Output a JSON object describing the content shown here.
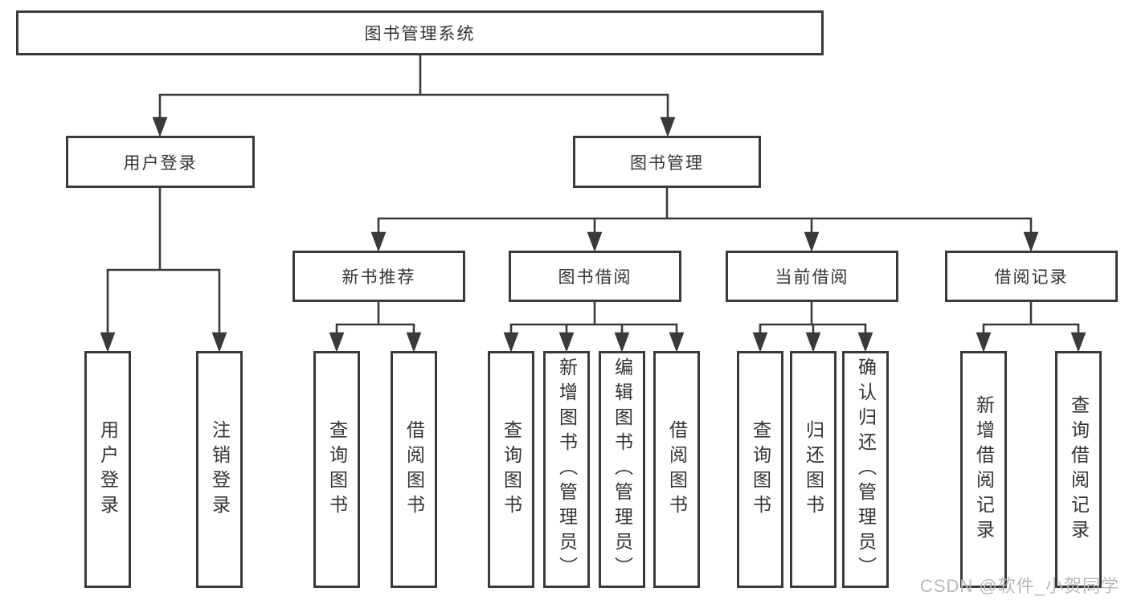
{
  "tree": {
    "root": "图书管理系统",
    "login": {
      "label": "用户登录",
      "children": [
        "用户登录",
        "注销登录"
      ]
    },
    "mgmt": {
      "label": "图书管理",
      "sections": [
        {
          "label": "新书推荐",
          "children": [
            "查询图书",
            "借阅图书"
          ]
        },
        {
          "label": "图书借阅",
          "children": [
            "查询图书",
            "新增图书（管理员）",
            "编辑图书（管理员）",
            "借阅图书"
          ]
        },
        {
          "label": "当前借阅",
          "children": [
            "查询图书",
            "归还图书",
            "确认归还（管理员）"
          ]
        },
        {
          "label": "借阅记录",
          "children": [
            "新增借阅记录",
            "查询借阅记录"
          ]
        }
      ]
    }
  },
  "watermark": "CSDN @软件_小贺同学",
  "colors": {
    "line": "#3a3a3a",
    "text": "#333333",
    "watermark": "#b9b9b9",
    "background": "#ffffff"
  }
}
